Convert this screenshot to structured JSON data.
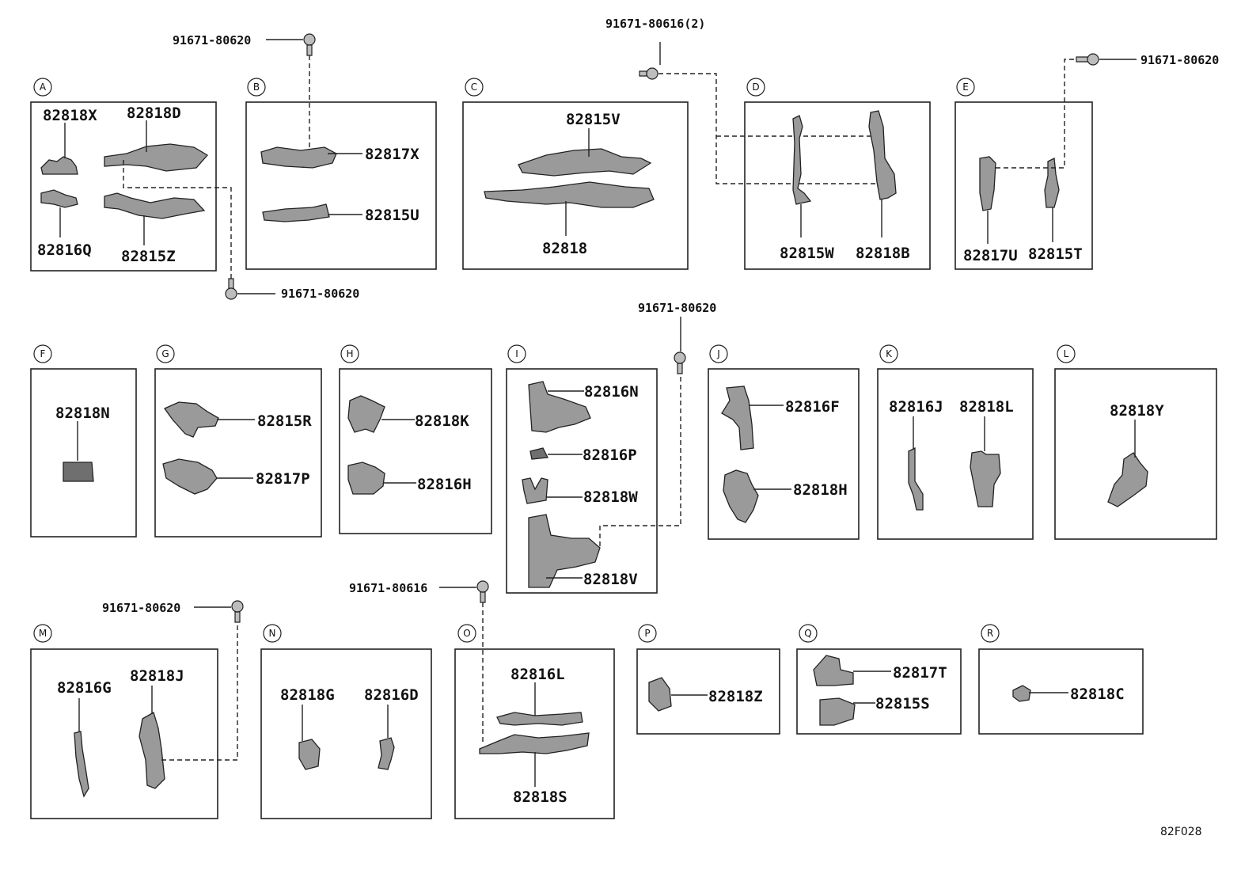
{
  "diagram_code": "82F028",
  "sections": [
    {
      "key": "A",
      "parts": [
        "82818X",
        "82818D",
        "82816Q",
        "82815Z"
      ]
    },
    {
      "key": "B",
      "parts": [
        "82817X",
        "82815U"
      ]
    },
    {
      "key": "C",
      "parts": [
        "82815V",
        "82818"
      ]
    },
    {
      "key": "D",
      "parts": [
        "82815W",
        "82818B"
      ]
    },
    {
      "key": "E",
      "parts": [
        "82817U",
        "82815T"
      ]
    },
    {
      "key": "F",
      "parts": [
        "82818N"
      ]
    },
    {
      "key": "G",
      "parts": [
        "82815R",
        "82817P"
      ]
    },
    {
      "key": "H",
      "parts": [
        "82818K",
        "82816H"
      ]
    },
    {
      "key": "I",
      "parts": [
        "82816N",
        "82816P",
        "82818W",
        "82818V"
      ]
    },
    {
      "key": "J",
      "parts": [
        "82816F",
        "82818H"
      ]
    },
    {
      "key": "K",
      "parts": [
        "82816J",
        "82818L"
      ]
    },
    {
      "key": "L",
      "parts": [
        "82818Y"
      ]
    },
    {
      "key": "M",
      "parts": [
        "82816G",
        "82818J"
      ]
    },
    {
      "key": "N",
      "parts": [
        "82818G",
        "82816D"
      ]
    },
    {
      "key": "O",
      "parts": [
        "82816L",
        "82818S"
      ]
    },
    {
      "key": "P",
      "parts": [
        "82818Z"
      ]
    },
    {
      "key": "Q",
      "parts": [
        "82817T",
        "82815S"
      ]
    },
    {
      "key": "R",
      "parts": [
        "82818C"
      ]
    }
  ],
  "bolts": [
    "91671-80620",
    "91671-80616(2)",
    "91671-80620",
    "91671-80620",
    "91671-80620",
    "91671-80616",
    "91671-80620"
  ]
}
